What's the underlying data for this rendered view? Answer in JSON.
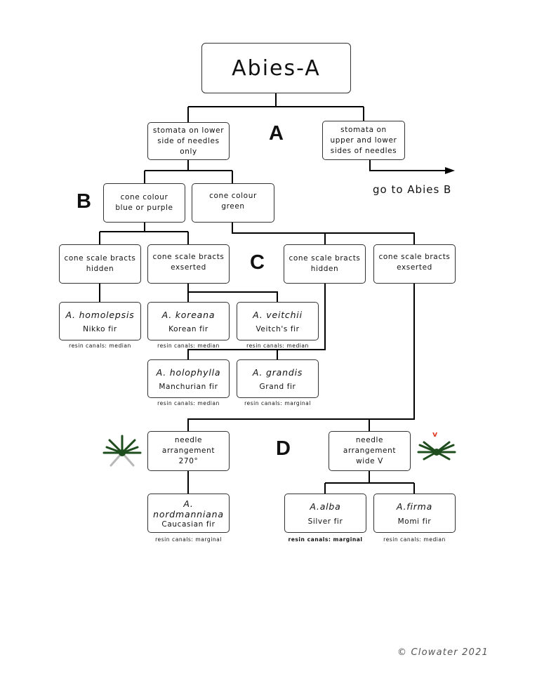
{
  "title": "Abies-A",
  "letters": {
    "a": "A",
    "b": "B",
    "c": "C",
    "d": "D"
  },
  "nodes": {
    "stomata_lower": [
      "stomata on lower",
      "side of needles",
      "only"
    ],
    "stomata_both": [
      "stomata on",
      "upper and lower",
      "sides of needles"
    ],
    "cone_blue": [
      "cone colour",
      "blue or purple"
    ],
    "cone_green": [
      "cone colour",
      "green"
    ],
    "bracts_hidden_1": [
      "cone scale bracts",
      "hidden"
    ],
    "bracts_exserted_1": [
      "cone scale bracts",
      "exserted"
    ],
    "bracts_hidden_2": [
      "cone scale bracts",
      "hidden"
    ],
    "bracts_exserted_2": [
      "cone scale bracts",
      "exserted"
    ],
    "needle_270": [
      "needle arrangement",
      "270°"
    ],
    "needle_v": [
      "needle arrangement",
      "wide V"
    ]
  },
  "species": {
    "homolepsis": {
      "sci": "A. homolepsis",
      "common": "Nikko fir",
      "resin": "resin canals: median"
    },
    "koreana": {
      "sci": "A. koreana",
      "common": "Korean fir",
      "resin": "resin canals: median"
    },
    "veitchii": {
      "sci": "A. veitchii",
      "common": "Veitch's fir",
      "resin": "resin canals: median"
    },
    "holophylla": {
      "sci": "A. holophylla",
      "common": "Manchurian fir",
      "resin": "resin canals: median"
    },
    "grandis": {
      "sci": "A. grandis",
      "common": "Grand fir",
      "resin": "resin canals: marginal"
    },
    "nordmanniana": {
      "sci": "A. nordmanniana",
      "common": "Caucasian fir",
      "resin": "resin canals: marginal"
    },
    "alba": {
      "sci": "A.alba",
      "common": "Silver fir",
      "resin": "resin canals: marginal"
    },
    "firma": {
      "sci": "A.firma",
      "common": "Momi fir",
      "resin": "resin canals: median"
    }
  },
  "goto": "go to Abies B",
  "v_mark": "v",
  "copyright": "© Clowater 2021",
  "colors": {
    "needle_green": "#1e4d1e",
    "needle_grey": "#b8b8b8",
    "v_red": "#e03a2a",
    "line": "#000000"
  },
  "icons": [
    "needle-270-icon",
    "needle-wide-v-icon",
    "arrow-right-icon"
  ]
}
